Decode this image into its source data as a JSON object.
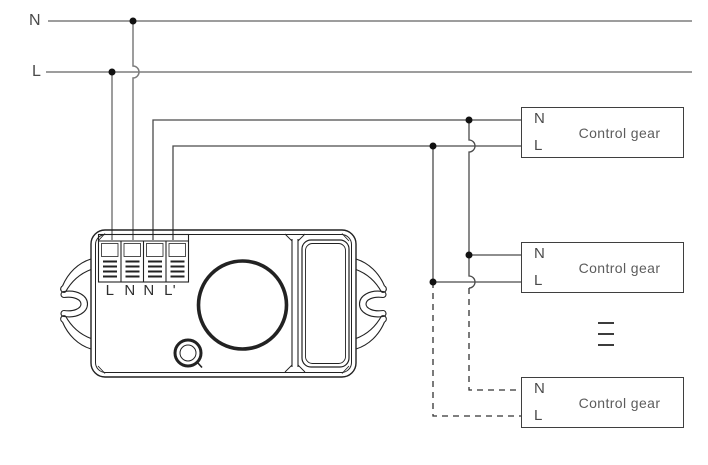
{
  "diagram": {
    "supply": {
      "neutral_label": "N",
      "live_label": "L"
    },
    "sensor": {
      "terminal_labels": [
        "L",
        "N",
        "N",
        "L'"
      ]
    },
    "control_gears": [
      {
        "neutral_label": "N",
        "live_label": "L",
        "title": "Control gear"
      },
      {
        "neutral_label": "N",
        "live_label": "L",
        "title": "Control gear"
      },
      {
        "neutral_label": "N",
        "live_label": "L",
        "title": "Control gear"
      }
    ],
    "colors": {
      "bus_wire": "#7d7d7d",
      "feed_wire": "#4a4a4a",
      "dashed_wire": "#333333",
      "device_outline": "#222222",
      "box_border": "#3f3f3f",
      "label_text": "#4a4a4a"
    }
  }
}
